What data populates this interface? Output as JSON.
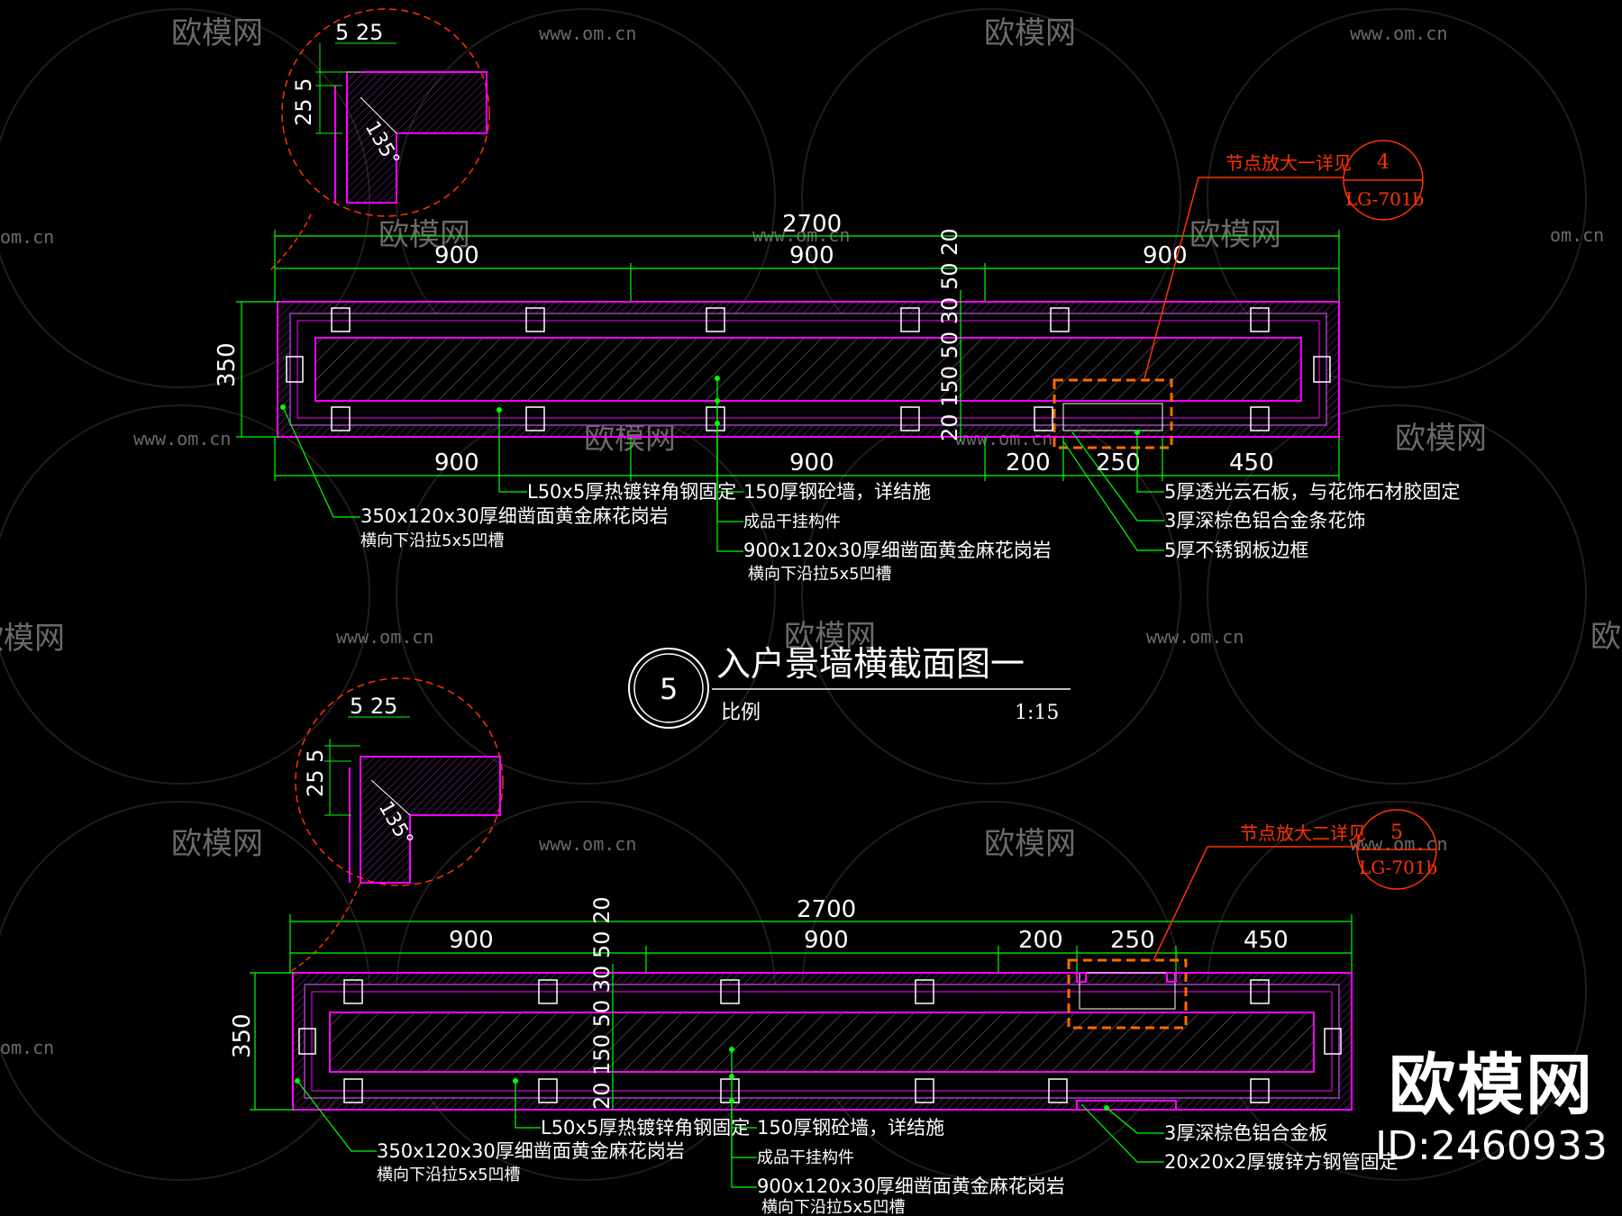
{
  "colors": {
    "background": "#000000",
    "dimension": "#00ff00",
    "outline": "#ff00ff",
    "stone": "#a040c0",
    "text": "#ffffff",
    "callout": "#ff3300",
    "highlight": "#ff6a00",
    "watermark": "#6a6a6a"
  },
  "watermark": {
    "brand": "欧模网",
    "site": "www.om.cn",
    "site_short": "om.cn",
    "brand_partial": "欧模网"
  },
  "section1": {
    "detail": {
      "dim_top": "5 25",
      "dim_side": "25 5",
      "angle": "135°"
    },
    "overall": "2700",
    "top_dims": [
      "900",
      "900",
      "900"
    ],
    "bottom_dims": [
      "900",
      "900",
      "200",
      "250",
      "450"
    ],
    "height": "350",
    "vertical_dims": "20 150 50 30 50 20",
    "callout": {
      "label": "节点放大一详见",
      "num": "4",
      "ref": "LG-701b"
    },
    "notes_left": {
      "angle_steel": "L50x5厚热镀锌角钢固定",
      "end_stone": "350x120x30厚细凿面黄金麻花岗岩",
      "end_groove": "横向下沿拉5x5凹槽"
    },
    "notes_mid": {
      "wall": "150厚钢砼墙，详结施",
      "hanger": "成品干挂构件",
      "face_stone": "900x120x30厚细凿面黄金麻花岗岩",
      "face_groove": "横向下沿拉5x5凹槽"
    },
    "notes_right": {
      "onyx": "5厚透光云石板，与花饰石材胶固定",
      "alum": "3厚深棕色铝合金条花饰",
      "steel": "5厚不锈钢板边框"
    }
  },
  "title": {
    "num": "5",
    "text": "入户景墙横截面图一",
    "scale_label": "比例",
    "scale": "1:15"
  },
  "section2": {
    "detail": {
      "dim_top": "5 25",
      "dim_side": "25 5",
      "angle": "135°"
    },
    "overall": "2700",
    "top_dims": [
      "900",
      "900",
      "200",
      "250",
      "450"
    ],
    "height": "350",
    "vertical_dims": "20 150 50 30 50 20",
    "callout": {
      "label": "节点放大二详见",
      "num": "5",
      "ref": "LG-701b"
    },
    "notes_left": {
      "angle_steel": "L50x5厚热镀锌角钢固定",
      "end_stone": "350x120x30厚细凿面黄金麻花岗岩",
      "end_groove": "横向下沿拉5x5凹槽"
    },
    "notes_mid": {
      "wall": "150厚钢砼墙，详结施",
      "hanger": "成品干挂构件",
      "face_stone": "900x120x30厚细凿面黄金麻花岗岩",
      "face_groove": "横向下沿拉5x5凹槽"
    },
    "notes_right": {
      "alum": "3厚深棕色铝合金板",
      "tube": "20x20x2厚镀锌方钢管固定"
    }
  },
  "brand": {
    "logo": "欧模网",
    "id": "ID:2460933"
  }
}
